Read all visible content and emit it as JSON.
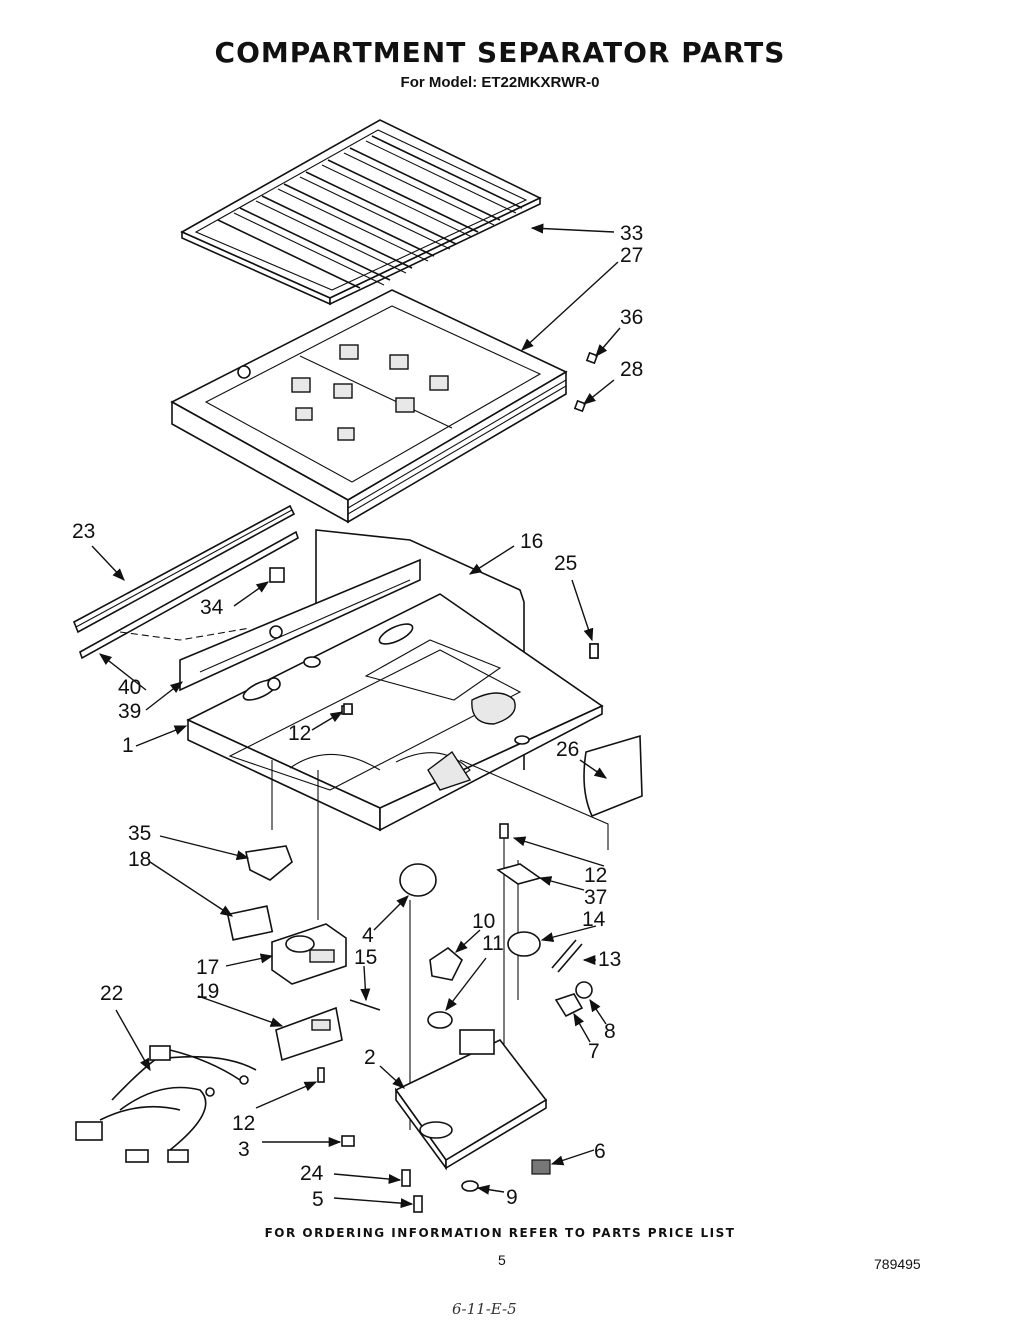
{
  "header": {
    "title": "COMPARTMENT SEPARATOR  PARTS",
    "subtitle": "For Model: ET22MKXRWR-0"
  },
  "callouts": [
    "33",
    "27",
    "36",
    "28",
    "23",
    "16",
    "25",
    "34",
    "40",
    "39",
    "12",
    "1",
    "26",
    "35",
    "18",
    "12",
    "37",
    "4",
    "10",
    "14",
    "11",
    "13",
    "17",
    "15",
    "19",
    "22",
    "8",
    "7",
    "2",
    "12",
    "3",
    "6",
    "24",
    "9",
    "5"
  ],
  "footer": {
    "note": "FOR ORDERING INFORMATION REFER TO PARTS PRICE LIST",
    "page_number": "5",
    "doc_number": "789495",
    "handwritten": "6-11-E-5"
  }
}
